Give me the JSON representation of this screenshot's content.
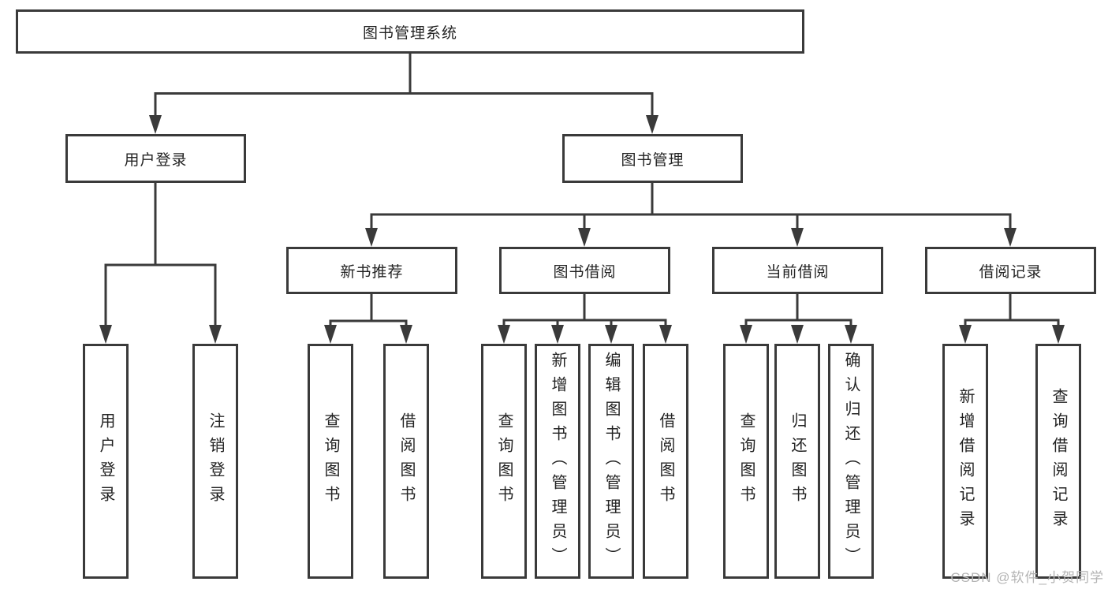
{
  "palette": {
    "line_color": "#3a3a3a",
    "box_border_color": "#3a3a3a",
    "text_color": "#232323",
    "background": "#ffffff",
    "watermark_color": "#b4b4b4"
  },
  "diagram": {
    "root": {
      "label": "图书管理系统"
    },
    "level2": [
      {
        "label": "用户登录"
      },
      {
        "label": "图书管理"
      }
    ],
    "level3": [
      {
        "label": "新书推荐"
      },
      {
        "label": "图书借阅"
      },
      {
        "label": "当前借阅"
      },
      {
        "label": "借阅记录"
      }
    ],
    "leaves": {
      "login": [
        "用户登录",
        "注销登录"
      ],
      "recommend": [
        "查询图书",
        "借阅图书"
      ],
      "borrow": [
        "查询图书",
        "新增图书（管理员）",
        "编辑图书（管理员）",
        "借阅图书"
      ],
      "current": [
        "查询图书",
        "归还图书",
        "确认归还（管理员）"
      ],
      "records": [
        "新增借阅记录",
        "查询借阅记录"
      ]
    },
    "watermark": "CSDN @软件_小贺同学"
  }
}
